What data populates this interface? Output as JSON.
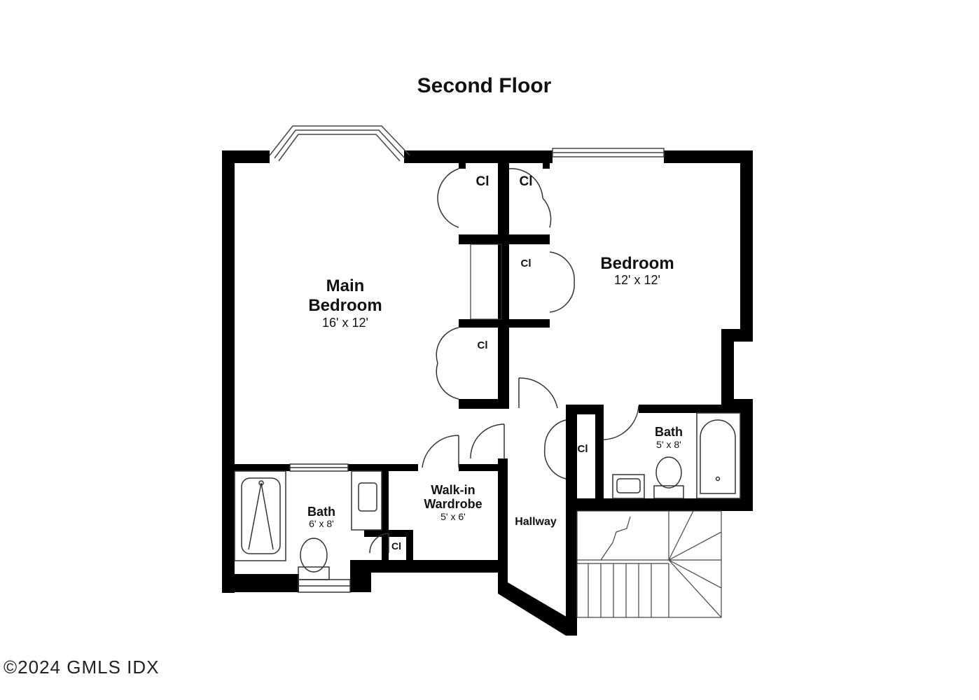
{
  "title": "Second Floor",
  "rooms": {
    "main_bedroom": {
      "name_line1": "Main",
      "name_line2": "Bedroom",
      "dims": "16' x 12'"
    },
    "bedroom": {
      "name": "Bedroom",
      "dims": "12' x 12'"
    },
    "bath_right": {
      "name": "Bath",
      "dims": "5' x 8'"
    },
    "bath_left": {
      "name": "Bath",
      "dims": "6' x 8'"
    },
    "walkin": {
      "name_line1": "Walk-in",
      "name_line2": "Wardrobe",
      "dims": "5' x 6'"
    },
    "hallway": {
      "name": "Hallway"
    }
  },
  "closets": {
    "cl_top_left": "Cl",
    "cl_top_right": "Cl",
    "cl_mid_right": "Cl",
    "cl_mid_left": "Cl",
    "cl_hall": "Cl",
    "cl_bath": "Cl"
  },
  "colors": {
    "wall": "#000000",
    "line": "#222222",
    "background": "#ffffff"
  },
  "copyright": "©2024 GMLS IDX"
}
